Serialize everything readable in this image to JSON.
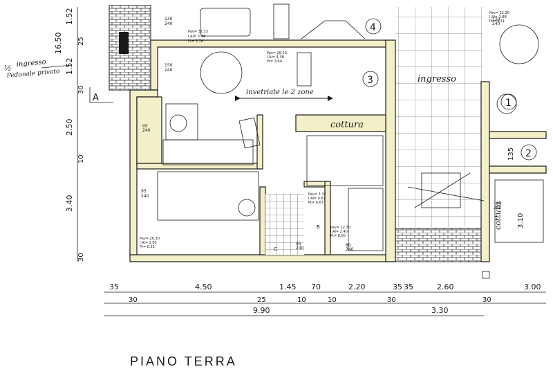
{
  "title": "PIANO TERRA",
  "rooms": {
    "ingresso": "ingresso",
    "cottura_main": "cottura",
    "cottura_right": "cottura",
    "arrow_note": "invetriate le 2 zone"
  },
  "markers": {
    "m1": "1",
    "m2": "2",
    "m3": "3",
    "m4": "4",
    "section": "A"
  },
  "side_note": {
    "line1": "ingresso",
    "line2": "Pedonale privato",
    "prefix": "½"
  },
  "left_dims": [
    "1.52",
    "16.50",
    "25",
    "1.52",
    "30",
    "2.50",
    "10",
    "3.40",
    "30"
  ],
  "bottom_dims_top": [
    "35",
    "4.50",
    "1.45",
    "70",
    "2.20",
    "35",
    "35",
    "2.60",
    "3.00"
  ],
  "bottom_dims_mid": [
    "30",
    "25",
    "10",
    "10",
    "30",
    "30"
  ],
  "bottom_dims_total": [
    "9.90",
    "3.30"
  ],
  "vert_dims_right": [
    "135",
    "3.10"
  ],
  "window_tags": {
    "w1": {
      "a": "130",
      "b": "240"
    },
    "w2": {
      "a": "150",
      "b": "240"
    },
    "w3": {
      "a": "95",
      "b": "240"
    },
    "w4": {
      "a": "95",
      "b": "240"
    },
    "w5": {
      "a": "80",
      "b": "240"
    },
    "w6": {
      "a": "120",
      "b": "240"
    },
    "w7": {
      "a": "95",
      "b": "240"
    },
    "w8": {
      "a": "130",
      "b": "240"
    }
  },
  "room_info": {
    "r1": {
      "l1": "Pav= 31.33",
      "l2": "I.Ai= 3.44",
      "l3": "Pt= 5.76"
    },
    "r2": {
      "l1": "Pav= 26.20",
      "l2": "I.Ai= 4.38",
      "l3": "Pt= 3.64"
    },
    "r3": {
      "l1": "Pav= 5.32",
      "l2": "I.Ai= 0.67",
      "l3": "Pt= 6.67"
    },
    "r4": {
      "l1": "Pav= 12.70",
      "l2": "I.Ai= 2.40",
      "l3": "Pt= 8.00"
    },
    "r5": {
      "l1": "Pav= 20.30",
      "l2": "I.Ai= 2.85",
      "l3": "Pt= 6.31"
    },
    "r6": {
      "l1": "Pav= 22.30",
      "l2": "I.Ai= 2.88",
      "l3": "Pt= 9.31"
    }
  },
  "fixture_labels": {
    "c": "C",
    "b": "B"
  }
}
